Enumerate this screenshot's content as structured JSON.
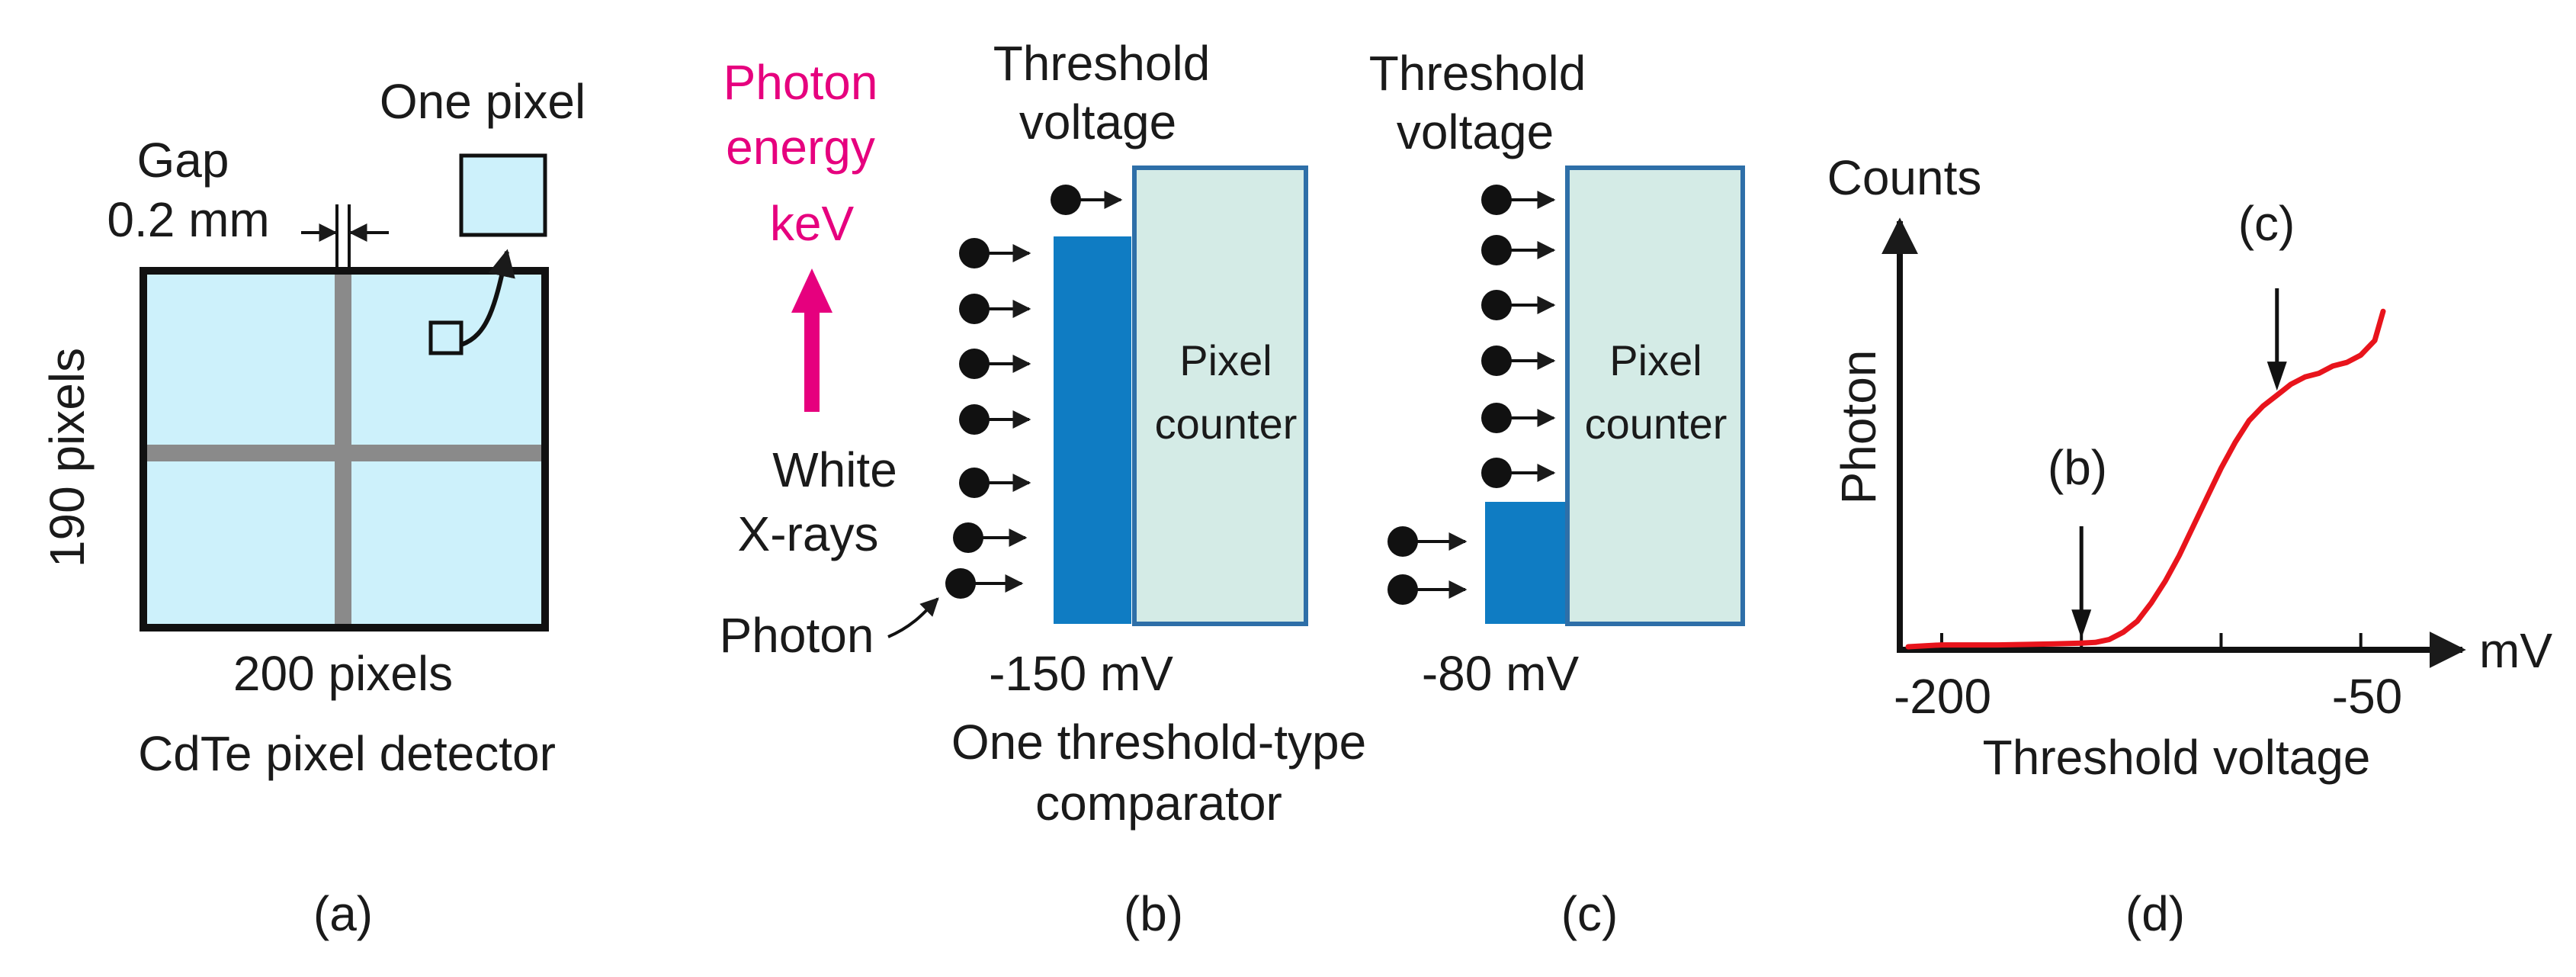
{
  "colors": {
    "detector_fill": "#cdf1fb",
    "counter_fill": "#d4ebe6",
    "counter_stroke": "#2e6fa8",
    "comparator_blue": "#0f7cc3",
    "photon_energy": "#e6007e",
    "curve": "#e8141c",
    "gap_lines": "#8a8a8a"
  },
  "panel_a": {
    "gap_label": "Gap",
    "gap_value": "0.2 mm",
    "one_pixel_label": "One pixel",
    "height_label": "190 pixels",
    "width_label": "200 pixels",
    "detector_label": "CdTe pixel detector",
    "panel_letter": "(a)"
  },
  "panel_b": {
    "photon_energy_line1": "Photon",
    "photon_energy_line2": "energy",
    "photon_energy_unit": "keV",
    "white_xrays_line1": "White",
    "white_xrays_line2": "X-rays",
    "photon_label": "Photon",
    "threshold_line1": "Threshold",
    "threshold_line2": "voltage",
    "counter_line1": "Pixel",
    "counter_line2": "counter",
    "voltage": "-150 mV",
    "comparator_line1": "One threshold-type",
    "comparator_line2": "comparator",
    "panel_letter": "(b)",
    "photons_below_threshold": 7,
    "photons_above_threshold": 1
  },
  "panel_c": {
    "threshold_line1": "Threshold",
    "threshold_line2": "voltage",
    "counter_line1": "Pixel",
    "counter_line2": "counter",
    "voltage": "-80 mV",
    "panel_letter": "(c)",
    "photons_below_threshold": 2,
    "photons_above_threshold": 6
  },
  "panel_d": {
    "y_axis_top": "Counts",
    "y_axis_label": "Photon",
    "x_axis_unit": "mV",
    "x_axis_label": "Threshold voltage",
    "tick_left": "-200",
    "tick_right": "-50",
    "marker_b": "(b)",
    "marker_c": "(c)",
    "panel_letter": "(d)"
  },
  "chart_data": {
    "type": "line",
    "xlabel": "Threshold voltage",
    "ylabel": "Photon",
    "x_unit": "mV",
    "xlim": [
      -215,
      -30
    ],
    "ylim": [
      0,
      1
    ],
    "x_ticks": [
      -200,
      -50
    ],
    "series": [
      {
        "x": [
          -212,
          -200,
          -180,
          -160,
          -150,
          -145,
          -140,
          -135,
          -130,
          -125,
          -120,
          -115,
          -110,
          -105,
          -100,
          -95,
          -90,
          -85,
          -80,
          -75,
          -70,
          -65,
          -60,
          -55,
          -50,
          -45,
          -42
        ],
        "y": [
          0.0,
          0.005,
          0.005,
          0.008,
          0.01,
          0.012,
          0.02,
          0.04,
          0.07,
          0.12,
          0.18,
          0.25,
          0.33,
          0.41,
          0.49,
          0.56,
          0.62,
          0.66,
          0.69,
          0.72,
          0.74,
          0.75,
          0.77,
          0.78,
          0.8,
          0.84,
          0.92
        ]
      }
    ],
    "markers": [
      {
        "label": "(b)",
        "x": -150
      },
      {
        "label": "(c)",
        "x": -80
      }
    ]
  }
}
